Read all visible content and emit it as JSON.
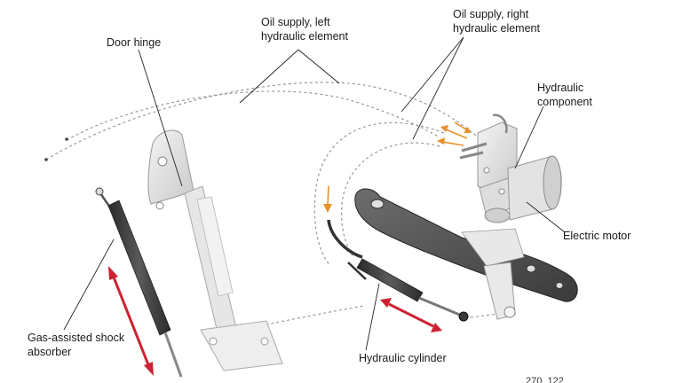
{
  "labels": {
    "door_hinge": "Door hinge",
    "oil_left_line1": "Oil supply, left",
    "oil_left_line2": "hydraulic element",
    "oil_right_line1": "Oil supply, right",
    "oil_right_line2": "hydraulic element",
    "hydraulic_component_line1": "Hydraulic",
    "hydraulic_component_line2": "component",
    "electric_motor": "Electric motor",
    "gas_shock_line1": "Gas-assisted shock",
    "gas_shock_line2": "absorber",
    "hydraulic_cylinder": "Hydraulic cylinder",
    "figure_number": "270_122"
  },
  "colors": {
    "leader_line": "#222222",
    "dashed_path": "#9a9a9a",
    "arrow_accent": "#cc2233",
    "oil_arrow": "#e8902a",
    "metal_light": "#e2e2e2",
    "metal_dark": "#3c3c3c"
  }
}
